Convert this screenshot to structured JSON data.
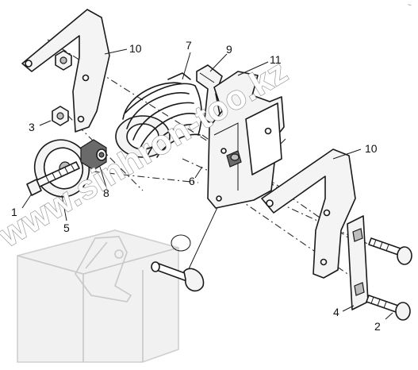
{
  "labels": {
    "l1": "1",
    "l2": "2",
    "l3": "3",
    "l4": "4",
    "l5": "5",
    "l6": "6",
    "l7": "7",
    "l8": "8",
    "l9": "9",
    "l10_top": "10",
    "l10_right": "10",
    "l11": "11"
  },
  "watermark": "www.sinhron-too.kz",
  "corner_mark": "~"
}
